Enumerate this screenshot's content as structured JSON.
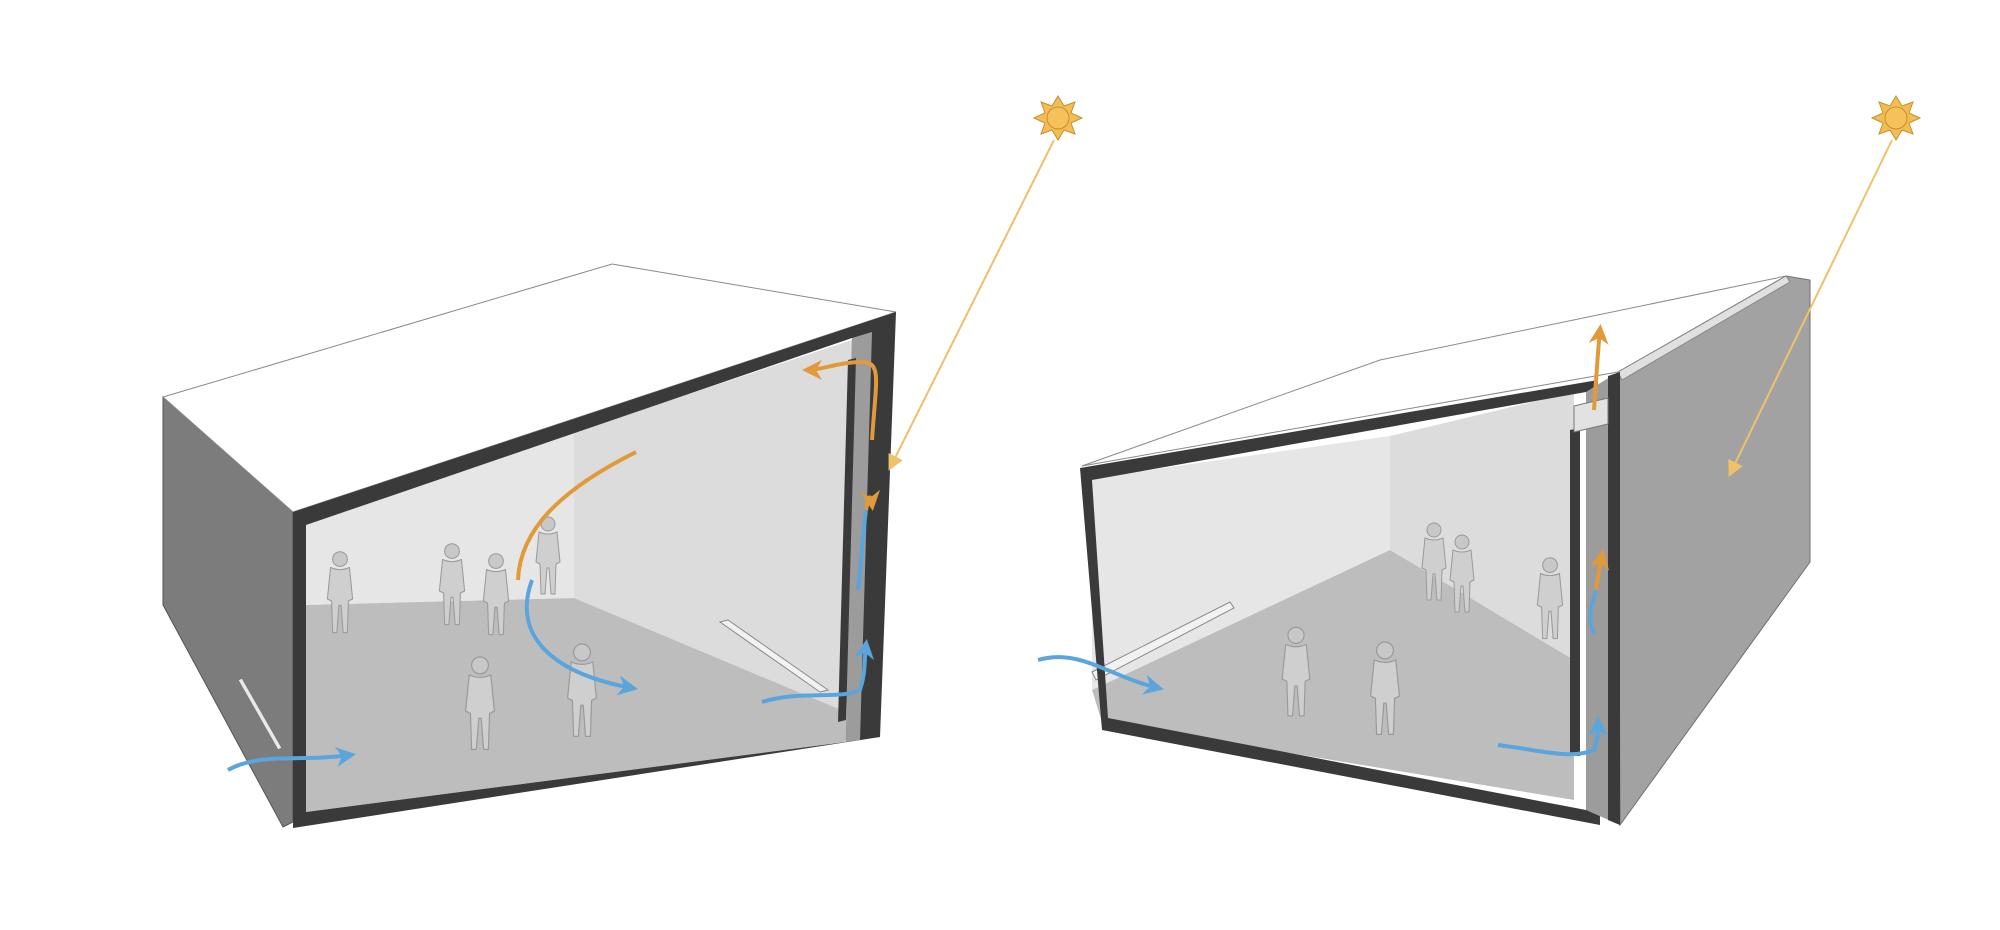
{
  "colors": {
    "background": "#ffffff",
    "wall_section": "#3a3a3a",
    "exterior_wall": "#808080",
    "exterior_wall_light": "#a3a3a3",
    "back_wall": "#dddddd",
    "side_wall": "#e8e8e8",
    "floor": "#bfbfbf",
    "roof": "#ffffff",
    "cool_air": "#5aa5dc",
    "warm_air": "#e09a3a",
    "sun_fill": "#f3bd55",
    "sun_stroke": "#d79a2e",
    "sun_ray": "#efc269",
    "people": "#c8c8c8"
  },
  "diagrams": [
    {
      "id": "closed-facade",
      "elements": [
        "sun-icon",
        "solar-ray",
        "roof",
        "section-wall",
        "cool-air-inlet",
        "warm-air-outlet",
        "people"
      ]
    },
    {
      "id": "ventilated-facade",
      "elements": [
        "sun-icon",
        "solar-ray",
        "roof",
        "section-wall",
        "cool-air-inlet",
        "warm-air-outlet",
        "people"
      ]
    }
  ]
}
